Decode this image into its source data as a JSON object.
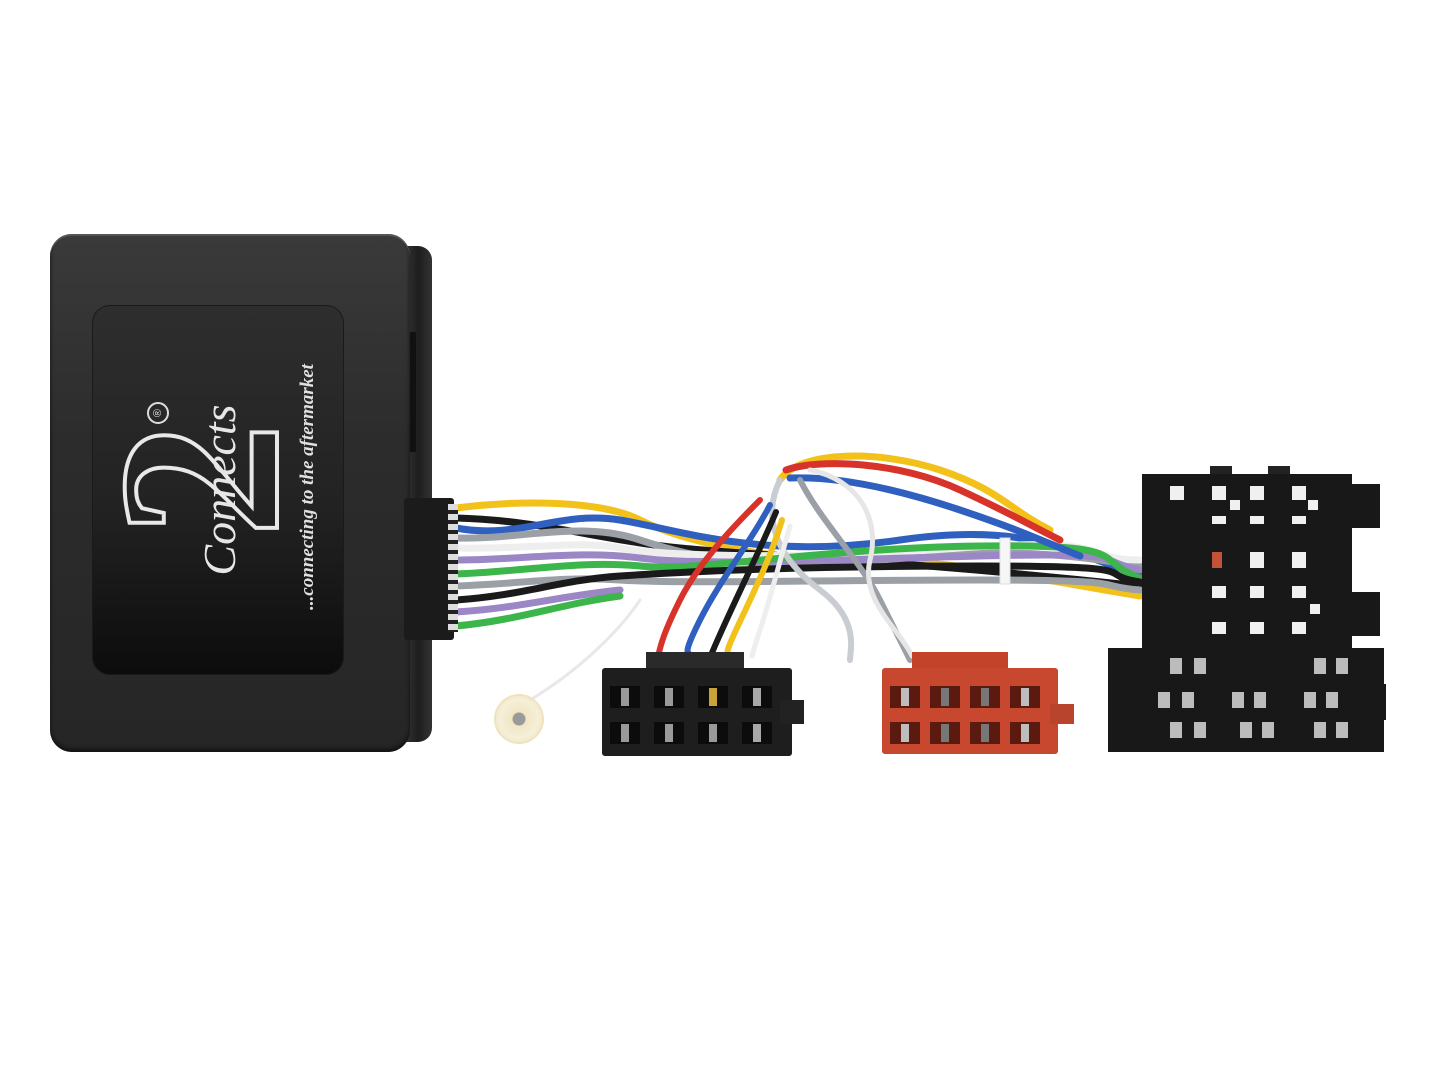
{
  "image": {
    "type": "product-photo",
    "subject": "Car stereo steering wheel control interface with wiring harness",
    "background_color": "#ffffff"
  },
  "interface_box": {
    "color": "#2c2c2c",
    "label": {
      "brand": "Connects",
      "logo_mark": "2",
      "registered_symbol": "®",
      "tagline": "...connecting to the aftermarket"
    }
  },
  "wires": {
    "colors": {
      "yellow": "#f2c21a",
      "red": "#d8332a",
      "blue": "#2f5fbf",
      "light_blue": "#5b8fd6",
      "black": "#1a1a1a",
      "grey": "#9aa0a6",
      "white": "#eeeeee",
      "green": "#3cb54a",
      "purple": "#9b86c6",
      "orange": "#e08a2a"
    }
  },
  "connectors": [
    {
      "name": "antenna-lead",
      "color": "#f4ecd4"
    },
    {
      "name": "iso-power-connector",
      "color": "#1e1e1e",
      "pins": 8
    },
    {
      "name": "iso-speaker-connector",
      "color": "#c8472f",
      "pins": 8
    },
    {
      "name": "vehicle-harness-connector",
      "color": "#181818"
    }
  ]
}
